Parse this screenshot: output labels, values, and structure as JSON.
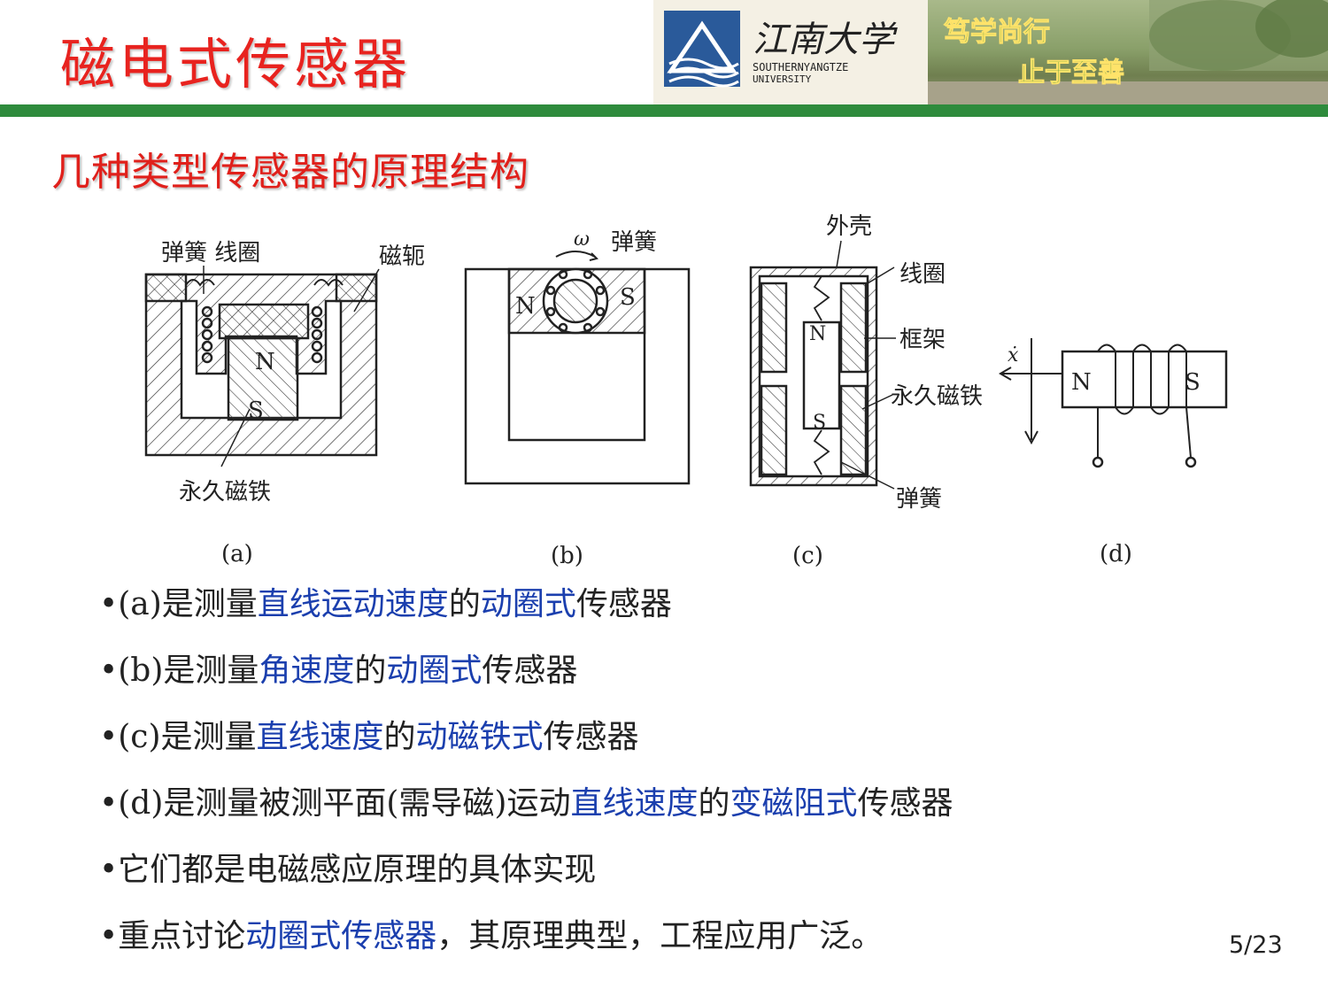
{
  "slide": {
    "title": "磁电式传感器",
    "subtitle": "几种类型传感器的原理结构",
    "page_number": "5/23"
  },
  "logo": {
    "name_cn": "江南大学",
    "name_en_1": "SOUTHERNYANGTZE",
    "name_en_2": "UNIVERSITY",
    "motto_1": "笃学尚行",
    "motto_2": "止于至善"
  },
  "figure": {
    "a": {
      "caption": "(a)",
      "label_spring_coil": "弹簧 线圈",
      "label_yoke": "磁轭",
      "label_magnet": "永久磁铁",
      "n": "N",
      "s": "S"
    },
    "b": {
      "caption": "(b)",
      "omega": "ω",
      "label_spring": "弹簧",
      "n": "N",
      "s": "S"
    },
    "c": {
      "caption": "(c)",
      "label_shell": "外壳",
      "label_coil": "线圈",
      "label_frame": "框架",
      "label_magnet": "永久磁铁",
      "label_spring": "弹簧",
      "n": "N",
      "s": "S"
    },
    "d": {
      "caption": "(d)",
      "x": "ẋ",
      "n": "N",
      "s": "S"
    }
  },
  "bullets": [
    {
      "parts": [
        {
          "t": "•(a)是测量",
          "c": "k"
        },
        {
          "t": "直线运动速度",
          "c": "b"
        },
        {
          "t": "的",
          "c": "k"
        },
        {
          "t": "动圈式",
          "c": "b"
        },
        {
          "t": "传感器",
          "c": "k"
        }
      ]
    },
    {
      "parts": [
        {
          "t": "•(b)是测量",
          "c": "k"
        },
        {
          "t": "角速度",
          "c": "b"
        },
        {
          "t": "的",
          "c": "k"
        },
        {
          "t": "动圈式",
          "c": "b"
        },
        {
          "t": "传感器",
          "c": "k"
        }
      ]
    },
    {
      "parts": [
        {
          "t": "•(c)是测量",
          "c": "k"
        },
        {
          "t": "直线速度",
          "c": "b"
        },
        {
          "t": "的",
          "c": "k"
        },
        {
          "t": "动磁铁式",
          "c": "b"
        },
        {
          "t": "传感器",
          "c": "k"
        }
      ]
    },
    {
      "parts": [
        {
          "t": "•(d)是测量被测平面(需导磁)运动",
          "c": "k"
        },
        {
          "t": "直线速度",
          "c": "b"
        },
        {
          "t": "的",
          "c": "k"
        },
        {
          "t": "变磁阻式",
          "c": "b"
        },
        {
          "t": "传感器",
          "c": "k"
        }
      ]
    },
    {
      "parts": [
        {
          "t": "•它们都是电磁感应原理的具体实现",
          "c": "k"
        }
      ]
    },
    {
      "parts": [
        {
          "t": "•重点讨论",
          "c": "k"
        },
        {
          "t": "动圈式传感器",
          "c": "b"
        },
        {
          "t": "，其原理典型，工程应用广泛。",
          "c": "k"
        }
      ]
    }
  ],
  "colors": {
    "title_red": "#e8231f",
    "bar_green": "#2e8b3c",
    "blue_text": "#1b3fae"
  }
}
